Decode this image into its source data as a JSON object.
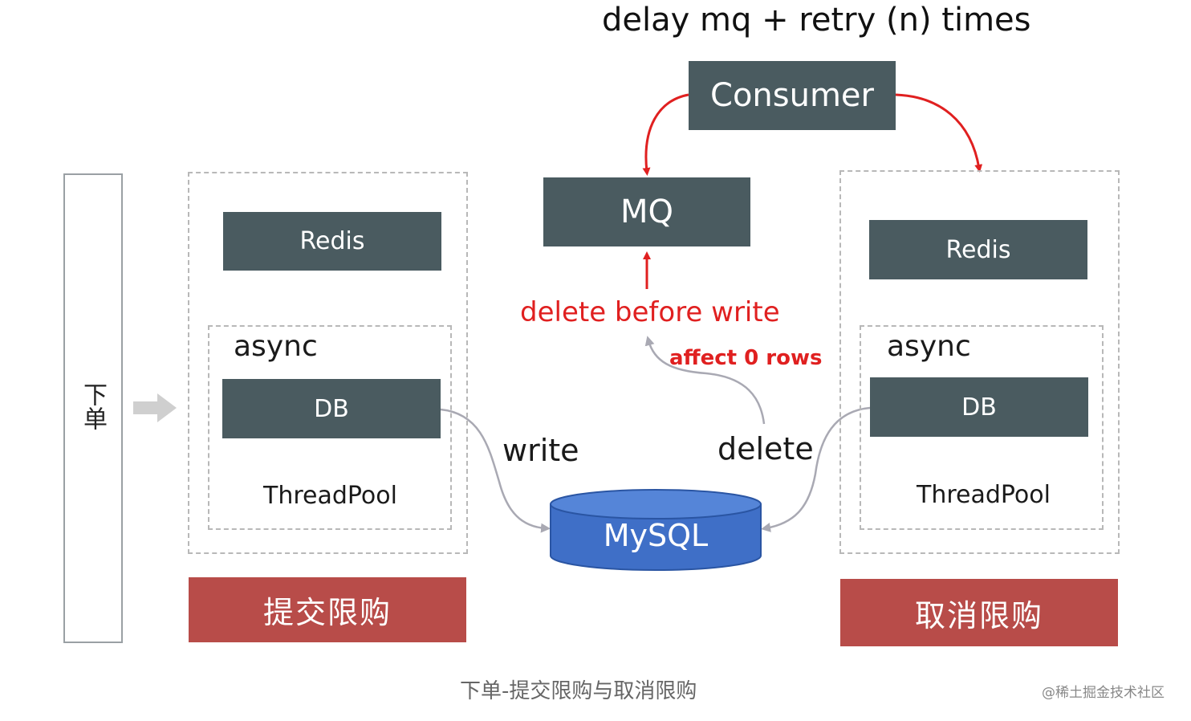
{
  "title": "delay mq + retry (n) times",
  "consumer_label": "Consumer",
  "mq_label": "MQ",
  "delete_before_write": "delete before write",
  "affect_rows": "affect 0 rows",
  "left_panel": {
    "redis": "Redis",
    "async": "async",
    "db": "DB",
    "threadpool": "ThreadPool",
    "action": "提交限购"
  },
  "right_panel": {
    "redis": "Redis",
    "async": "async",
    "db": "DB",
    "threadpool": "ThreadPool",
    "action": "取消限购"
  },
  "order_label": "下单",
  "write_label": "write",
  "delete_label": "delete",
  "mysql_label": "MySQL",
  "caption": "下单-提交限购与取消限购",
  "watermark": "@稀土掘金技术社区",
  "colors": {
    "box": "#4a5b60",
    "action": "#b84c49",
    "mysql": "#3f6fc7",
    "arrow_red": "#e02020",
    "arrow_gray": "#a9a9b3"
  }
}
